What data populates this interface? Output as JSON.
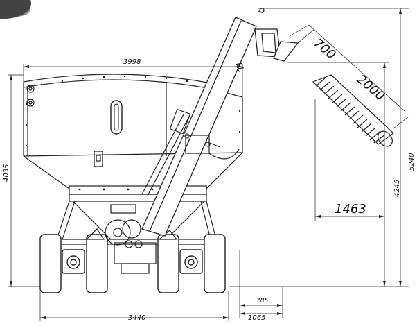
{
  "drawing": {
    "marker_label": "FL",
    "dimensions": {
      "width_top": "3998",
      "height_left": "4035",
      "total_height": "5240",
      "discharge_height": "4245",
      "spout_length": "700",
      "tube_length": "2000",
      "reach": "1463",
      "offset_small": "785",
      "offset_large": "1065",
      "wheel_track": "3440"
    }
  }
}
